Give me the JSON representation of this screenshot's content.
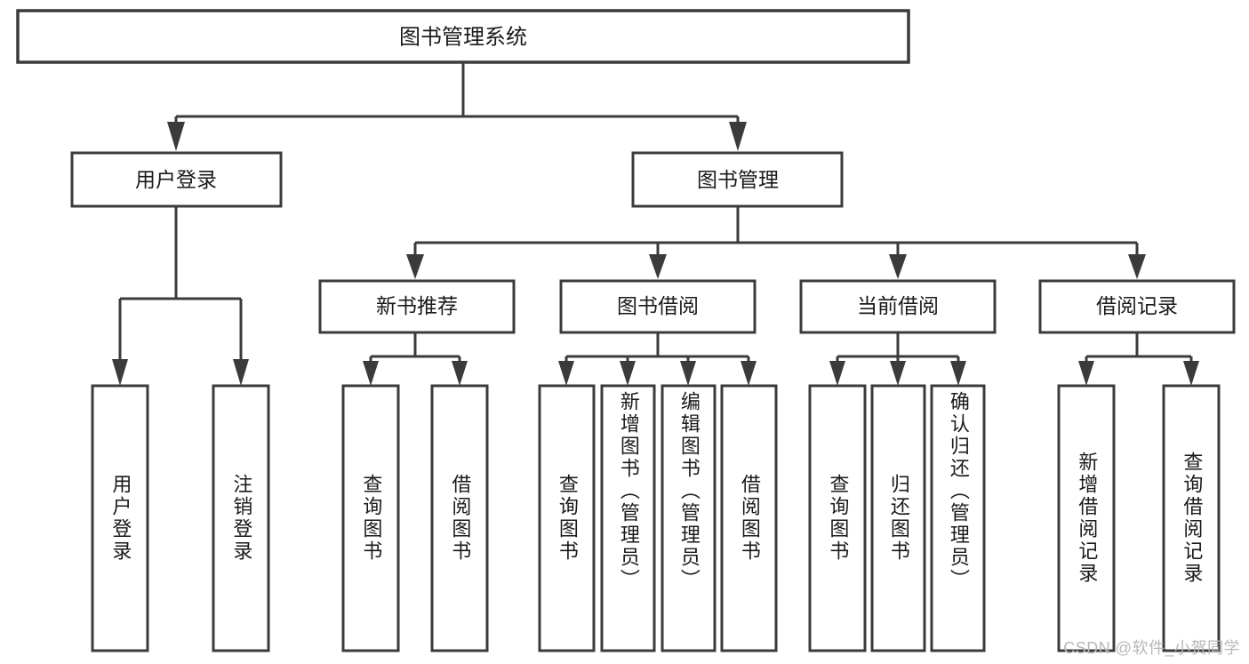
{
  "diagram": {
    "type": "tree",
    "title": "图书管理系统",
    "watermark": "CSDN @软件_小贺同学",
    "colors": {
      "stroke": "#3b3b3b",
      "fill": "#ffffff",
      "text": "#1a1a1a",
      "watermark": "#b8b8b8",
      "background": "#ffffff"
    },
    "root": {
      "label": "图书管理系统"
    },
    "level1": [
      {
        "label": "用户登录"
      },
      {
        "label": "图书管理"
      }
    ],
    "level2": [
      {
        "label": "新书推荐"
      },
      {
        "label": "图书借阅"
      },
      {
        "label": "当前借阅"
      },
      {
        "label": "借阅记录"
      }
    ],
    "leaves": {
      "user_login": [
        {
          "label": "用户登录"
        },
        {
          "label": "注销登录"
        }
      ],
      "new_book": [
        {
          "label": "查询图书"
        },
        {
          "label": "借阅图书"
        }
      ],
      "book_borrow": [
        {
          "label": "查询图书"
        },
        {
          "label": "新增图书（管理员）"
        },
        {
          "label": "编辑图书（管理员）"
        },
        {
          "label": "借阅图书"
        }
      ],
      "current_borrow": [
        {
          "label": "查询图书"
        },
        {
          "label": "归还图书"
        },
        {
          "label": "确认归还（管理员）"
        }
      ],
      "borrow_record": [
        {
          "label": "新增借阅记录"
        },
        {
          "label": "查询借阅记录"
        }
      ]
    }
  }
}
